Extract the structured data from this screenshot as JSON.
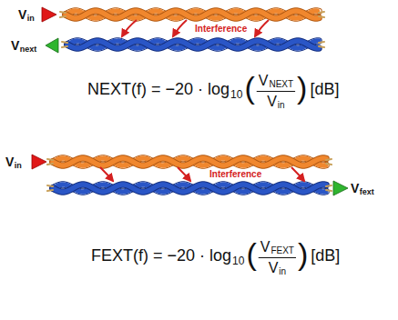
{
  "diagram": {
    "labels": [
      "V",
      "in",
      "V",
      "next",
      "Interference",
      "NEXT(f) = −20 · log",
      "10",
      "(",
      "V",
      "NEXT",
      "V",
      "in",
      ")",
      "[dB]",
      "V",
      "in",
      "Interference",
      "V",
      "fext",
      "FEXT(f) = −20 · log",
      "10",
      "(",
      "V",
      "FEXT",
      "V",
      "in",
      ")",
      "[dB]"
    ]
  }
}
